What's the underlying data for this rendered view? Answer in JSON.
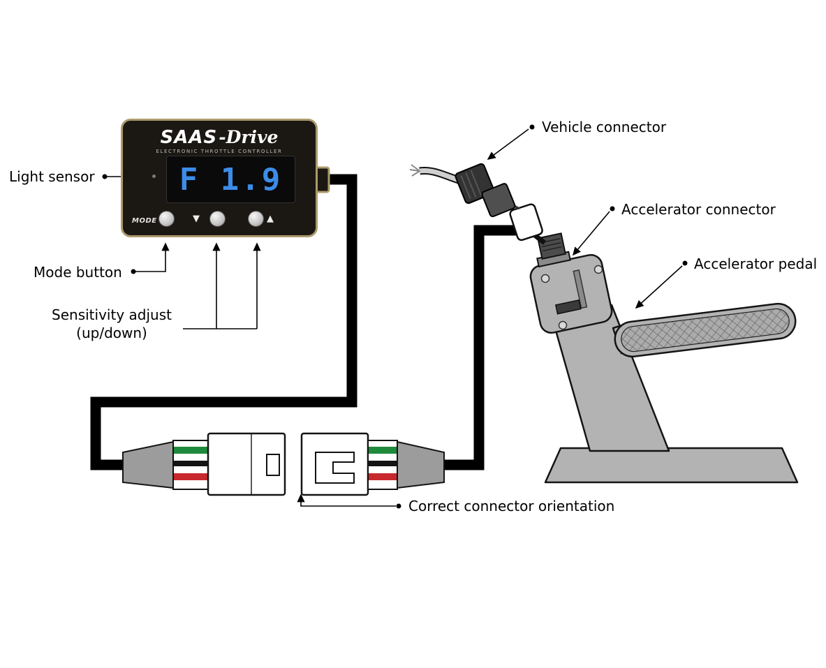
{
  "device": {
    "brand": "SAAS",
    "brand_suffix": "-Drive",
    "subtitle": "ELECTRONIC THROTTLE CONTROLLER",
    "display_value": "F 1.9",
    "mode_button_label": "MODE",
    "down_arrow": "▼",
    "up_arrow": "▲"
  },
  "labels": {
    "light_sensor": "Light sensor",
    "mode_button": "Mode button",
    "sensitivity_line1": "Sensitivity adjust",
    "sensitivity_line2": "(up/down)",
    "vehicle_connector": "Vehicle connector",
    "accelerator_connector": "Accelerator connector",
    "accelerator_pedal": "Accelerator pedal",
    "correct_orientation": "Correct connector orientation"
  },
  "colors": {
    "display_blue": "#3C8CE8",
    "device_body": "#1B1813",
    "device_border": "#AB9A6B",
    "wire_green": "#1F8A3C",
    "wire_black": "#141414",
    "wire_red": "#C8282D"
  }
}
